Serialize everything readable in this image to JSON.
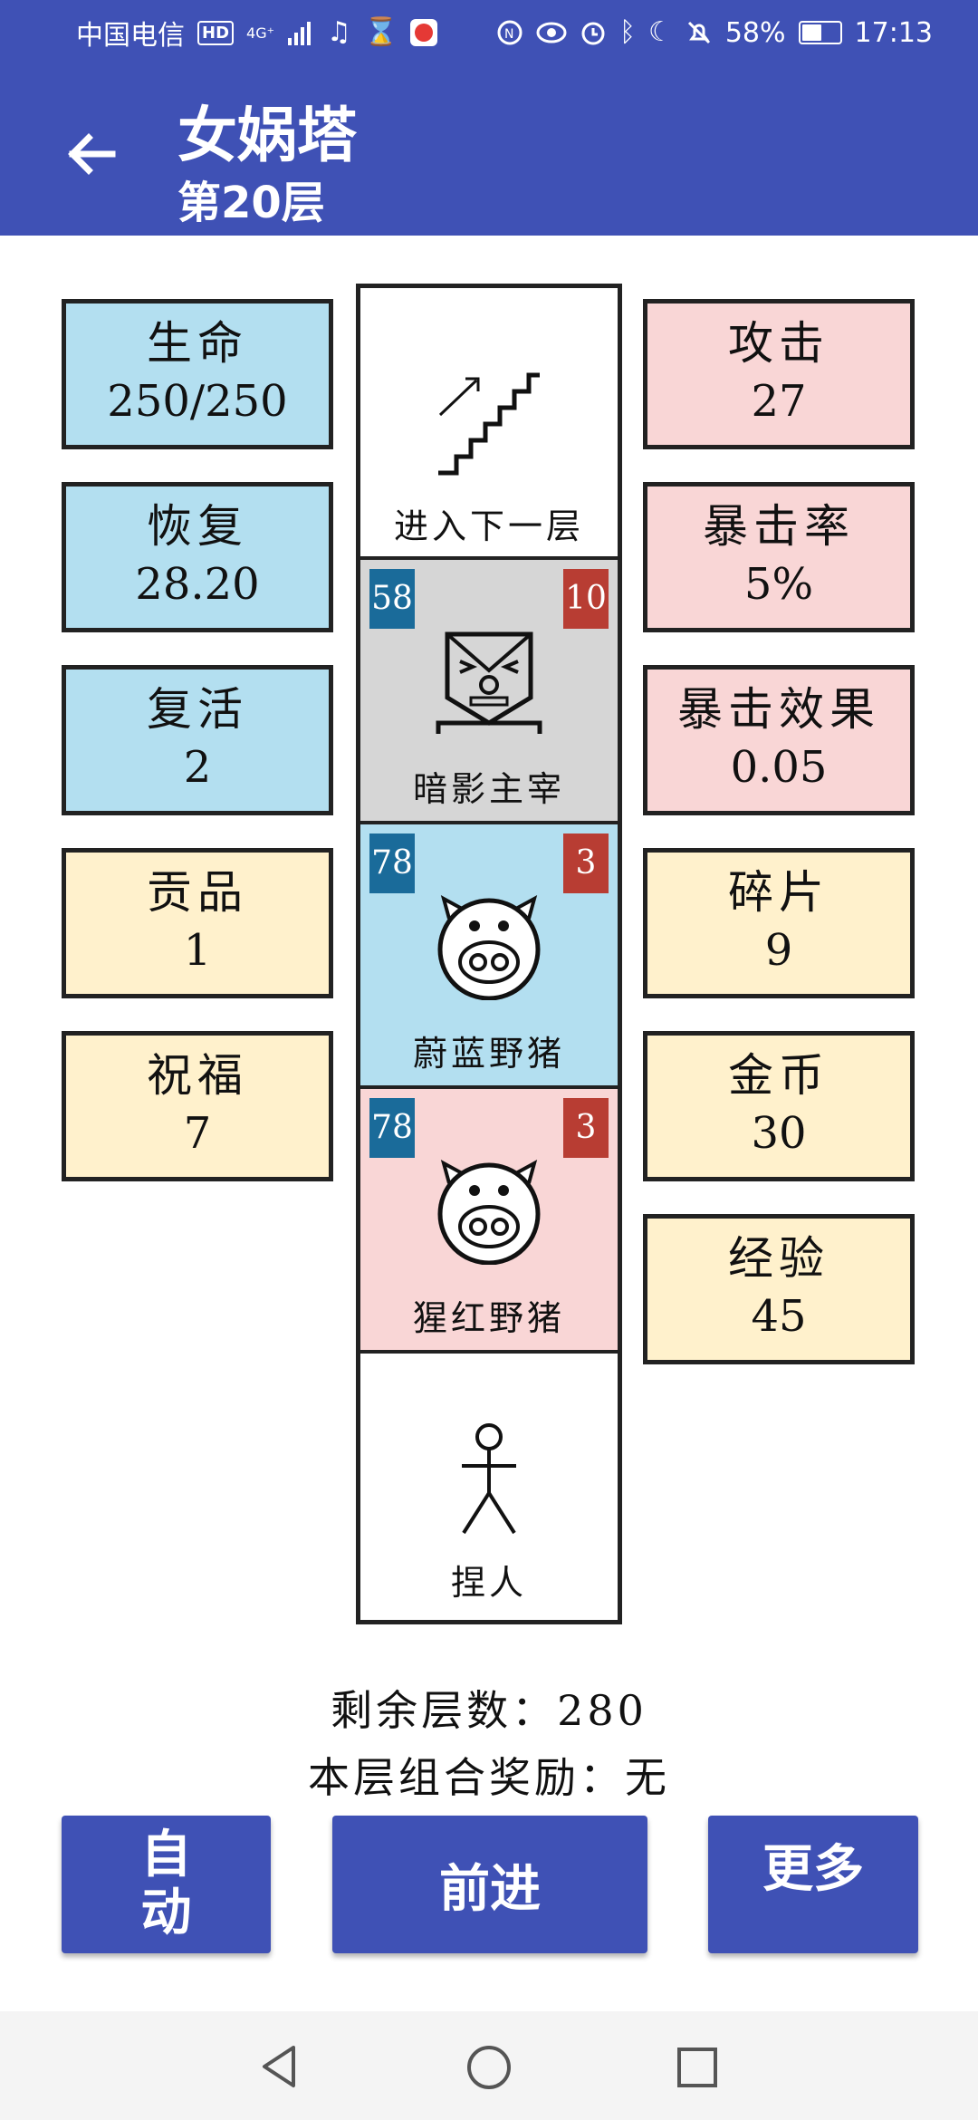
{
  "status_bar": {
    "carrier": "中国电信",
    "hd": "HD",
    "network": "4G⁺",
    "battery_percent": "58%",
    "battery_level": 0.58,
    "time": "17:13"
  },
  "header": {
    "title": "女娲塔",
    "subtitle": "第20层"
  },
  "stats_left": [
    {
      "label": "生命",
      "value": "250/250",
      "color": "blue"
    },
    {
      "label": "恢复",
      "value": "28.20",
      "color": "blue"
    },
    {
      "label": "复活",
      "value": "2",
      "color": "blue"
    },
    {
      "label": "贡品",
      "value": "1",
      "color": "yellow"
    },
    {
      "label": "祝福",
      "value": "7",
      "color": "yellow"
    }
  ],
  "stats_right": [
    {
      "label": "攻击",
      "value": "27",
      "color": "pink"
    },
    {
      "label": "暴击率",
      "value": "5%",
      "color": "pink"
    },
    {
      "label": "暴击效果",
      "value": "0.05",
      "color": "pink"
    },
    {
      "label": "碎片",
      "value": "9",
      "color": "yellow"
    },
    {
      "label": "金币",
      "value": "30",
      "color": "yellow"
    },
    {
      "label": "经验",
      "value": "45",
      "color": "yellow"
    }
  ],
  "tower": {
    "stairs": {
      "name": "进入下一层",
      "icon": "stairs-icon"
    },
    "enemies": [
      {
        "name": "暗影主宰",
        "left_value": "58",
        "right_value": "10",
        "bg": "#d6d6d6",
        "icon": "shadow-lord-icon"
      },
      {
        "name": "蔚蓝野猪",
        "left_value": "78",
        "right_value": "3",
        "bg": "#b3dff0",
        "icon": "pig-icon"
      },
      {
        "name": "猩红野猪",
        "left_value": "78",
        "right_value": "3",
        "bg": "#f9d6d6",
        "icon": "pig-icon"
      }
    ],
    "player": {
      "name": "捏人",
      "icon": "stick-figure-icon"
    }
  },
  "info": {
    "remaining_floors": "剩余层数：280",
    "floor_bonus": "本层组合奖励：无"
  },
  "buttons": {
    "auto_line1": "自",
    "auto_line2": "动",
    "forward": "前进",
    "more": "更多"
  },
  "colors": {
    "primary": "#3f51b5",
    "blue_card": "#b3dff0",
    "pink_card": "#f9d6d6",
    "yellow_card": "#fff1cc",
    "badge_blue": "#1a6b9a",
    "badge_red": "#b83d33"
  }
}
